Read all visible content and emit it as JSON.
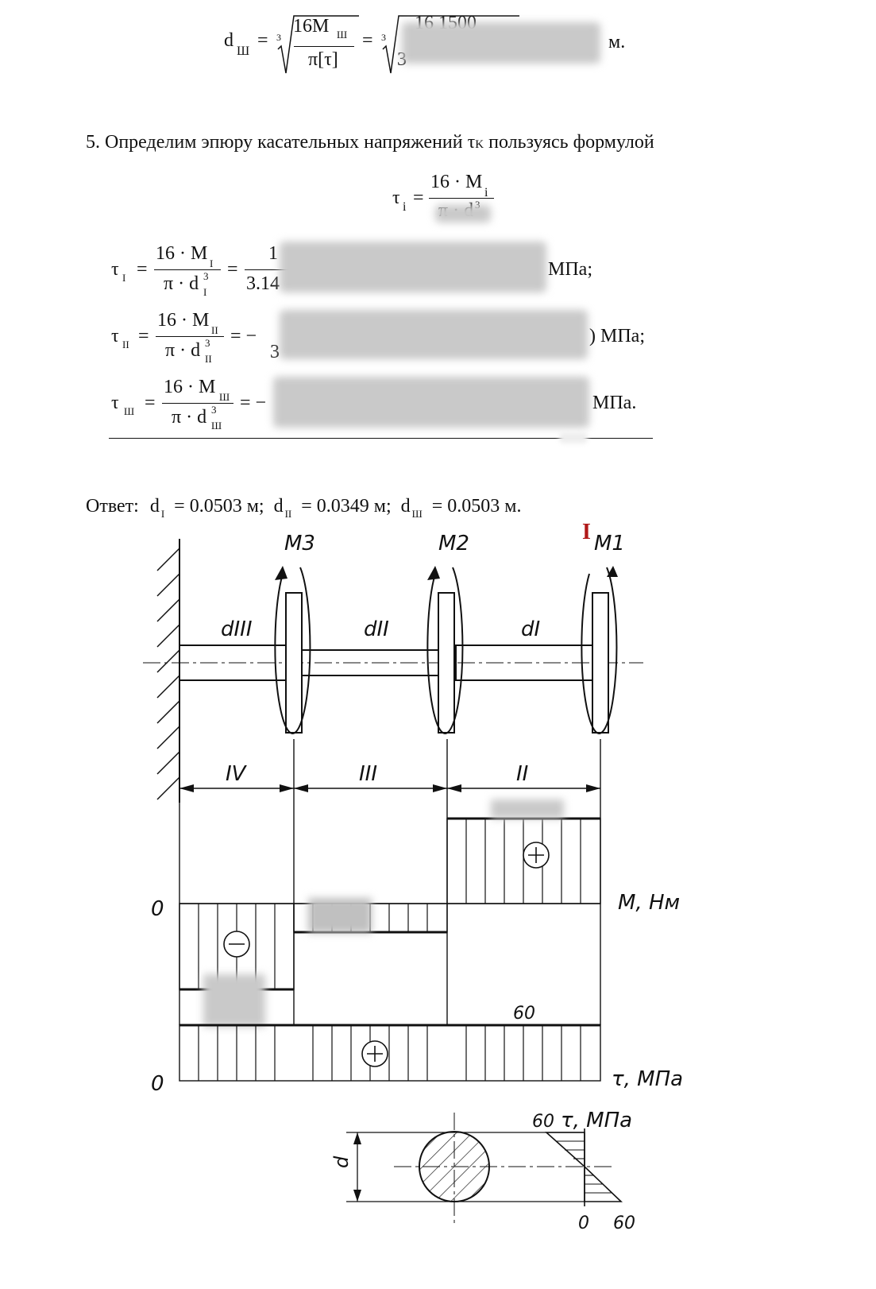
{
  "formula_d3": {
    "lhs": "d",
    "lhs_sub": "Ш",
    "eq": "=",
    "root_index": "3",
    "num": "16M",
    "num_sub": "Ш",
    "den": "π[τ]",
    "eq2": "=",
    "num2": "16  1500",
    "den2": "3",
    "unit": "м."
  },
  "section5": {
    "heading": "5. Определим эпюру касательных напряжений τ",
    "heading_sub": "K",
    "heading_tail": " пользуясь формулой"
  },
  "general_formula": {
    "lhs": "τ",
    "lhs_sub": "i",
    "eq": "=",
    "num": "16 · M",
    "num_sub": "i",
    "den": "π · d",
    "den_sup": "3"
  },
  "tau_rows": [
    {
      "lhs": "τ",
      "lhs_sub": "I",
      "num": "16 · M",
      "num_sub": "I",
      "den": "π · d",
      "den_sub": "I",
      "den_sup": "3",
      "eq": "=",
      "num2": "1",
      "den2": "3.14",
      "result": "МПа;"
    },
    {
      "lhs": "τ",
      "lhs_sub": "II",
      "num": "16 · M",
      "num_sub": "II",
      "den": "π · d",
      "den_sub": "II",
      "den_sup": "3",
      "eq": "= −",
      "num2": "",
      "den2": "3",
      "result": ") МПа;"
    },
    {
      "lhs": "τ",
      "lhs_sub": "Ш",
      "num": "16 · M",
      "num_sub": "Ш",
      "den": "π · d",
      "den_sub": "Ш",
      "den_sup": "3",
      "eq": "= −",
      "num2": "",
      "den2": "",
      "result": "МПа."
    }
  ],
  "answer": {
    "label": "Ответ:",
    "d1": "d",
    "d1_sub": "I",
    "d1_val": "= 0.0503  м;",
    "d2": "d",
    "d2_sub": "II",
    "d2_val": "= 0.0349  м;",
    "d3": "d",
    "d3_sub": "Ш",
    "d3_val": "= 0.0503  м."
  },
  "diagram": {
    "moments": [
      "M3",
      "M2",
      "M1"
    ],
    "diameters": [
      "dIII",
      "dII",
      "dI"
    ],
    "sections": [
      "IV",
      "III",
      "II"
    ],
    "moment_axis_label": "M, Нм",
    "tau_axis_label": "τ, МПа",
    "zero": "0",
    "tau_value": "60",
    "sign_plus": "+",
    "sign_minus": "−",
    "cross_d": "d",
    "cross_top": "60",
    "cross_bottom_zero": "0",
    "cross_bottom_val": "60"
  }
}
